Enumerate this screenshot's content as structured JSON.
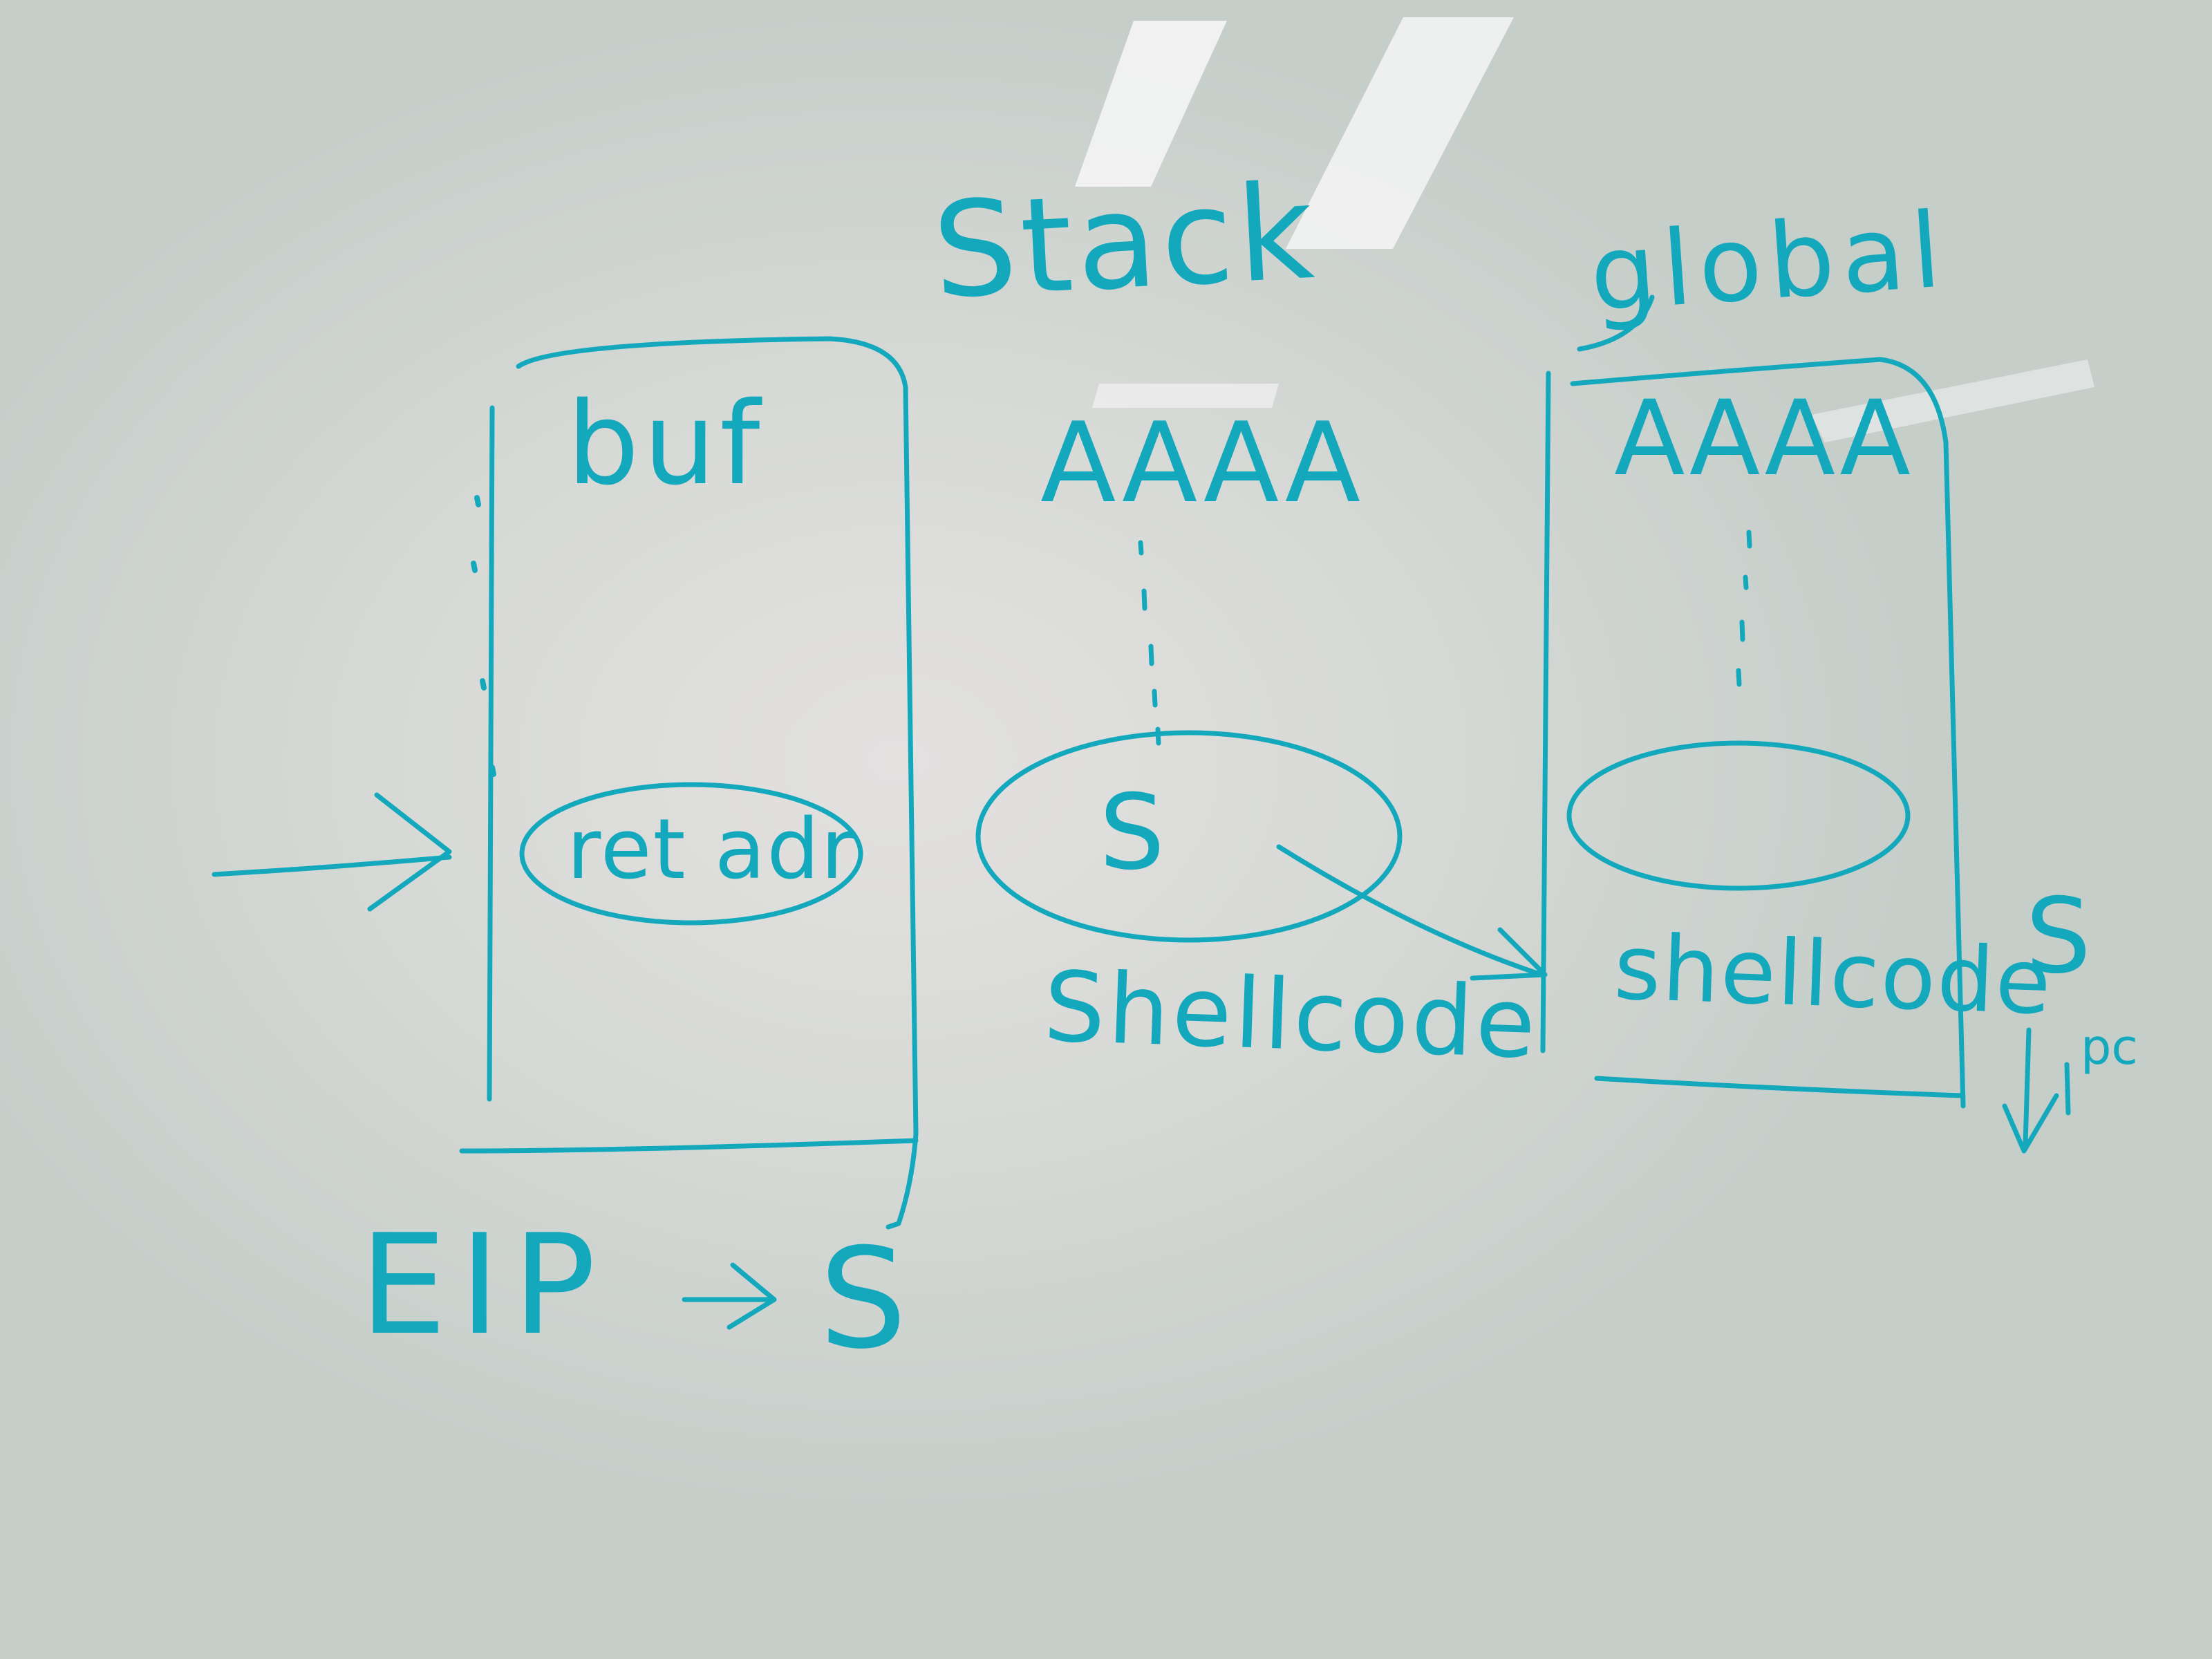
{
  "labels": {
    "stack": "Stack",
    "global": "global",
    "buf": "buf",
    "aaaa_stack": "AAAA",
    "aaaa_global": "AAAA",
    "ret_adr": "ret adr",
    "s_stack": "S",
    "shellcode_stack": "Shellcode",
    "shellcode_global": "shellcode",
    "s_global": "S",
    "pc": "pc",
    "eip": "EIP",
    "s_eip": "S"
  },
  "colors": {
    "ink": "#14a8bd",
    "board": "#dcdcd9"
  }
}
